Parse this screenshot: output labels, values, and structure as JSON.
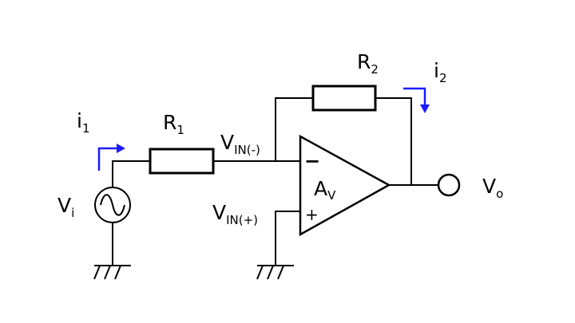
{
  "diagram": {
    "labels": {
      "r1": {
        "main": "R",
        "sub": "1"
      },
      "r2": {
        "main": "R",
        "sub": "2"
      },
      "i1": {
        "main": "i",
        "sub": "1"
      },
      "i2": {
        "main": "i",
        "sub": "2"
      },
      "vi": {
        "main": "V",
        "sub": "i"
      },
      "vo": {
        "main": "V",
        "sub": "o"
      },
      "vin_minus": {
        "main": "V",
        "sub": "IN(-)"
      },
      "vin_plus": {
        "main": "V",
        "sub": "IN(+)"
      },
      "gain": {
        "main": "A",
        "sub": "V"
      },
      "minus_sign": "−",
      "plus_sign": "+"
    },
    "colors": {
      "wire": "#000000",
      "current_arrow": "#1a1aff",
      "background": "#ffffff"
    }
  }
}
